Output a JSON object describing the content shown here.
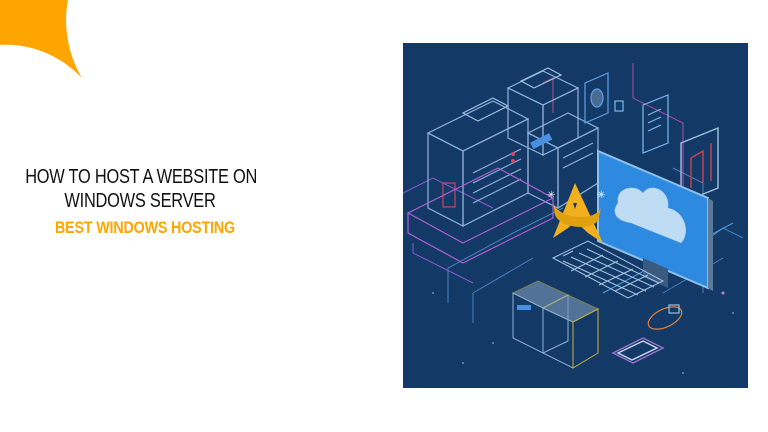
{
  "header": {
    "title_line_1": "HOW TO HOST A WEBSITE ON",
    "title_line_2": "WINDOWS SERVER",
    "subtitle": "BEST WINDOWS HOSTING"
  },
  "decor": {
    "corner_shape_color": "#FFA500"
  },
  "illustration": {
    "description": "Isometric server room illustration with servers, monitor showing cloud, gold crown-like logo, keyboard, mouse, phone and circuit lines",
    "background_color": "#133A66",
    "icons": [
      "server-rack-icon",
      "monitor-cloud-icon",
      "crown-logo-icon",
      "keyboard-icon",
      "mouse-icon",
      "phone-icon",
      "fingerprint-panel-icon",
      "document-panel-icon",
      "chart-panel-icon",
      "mini-server-icon"
    ]
  }
}
